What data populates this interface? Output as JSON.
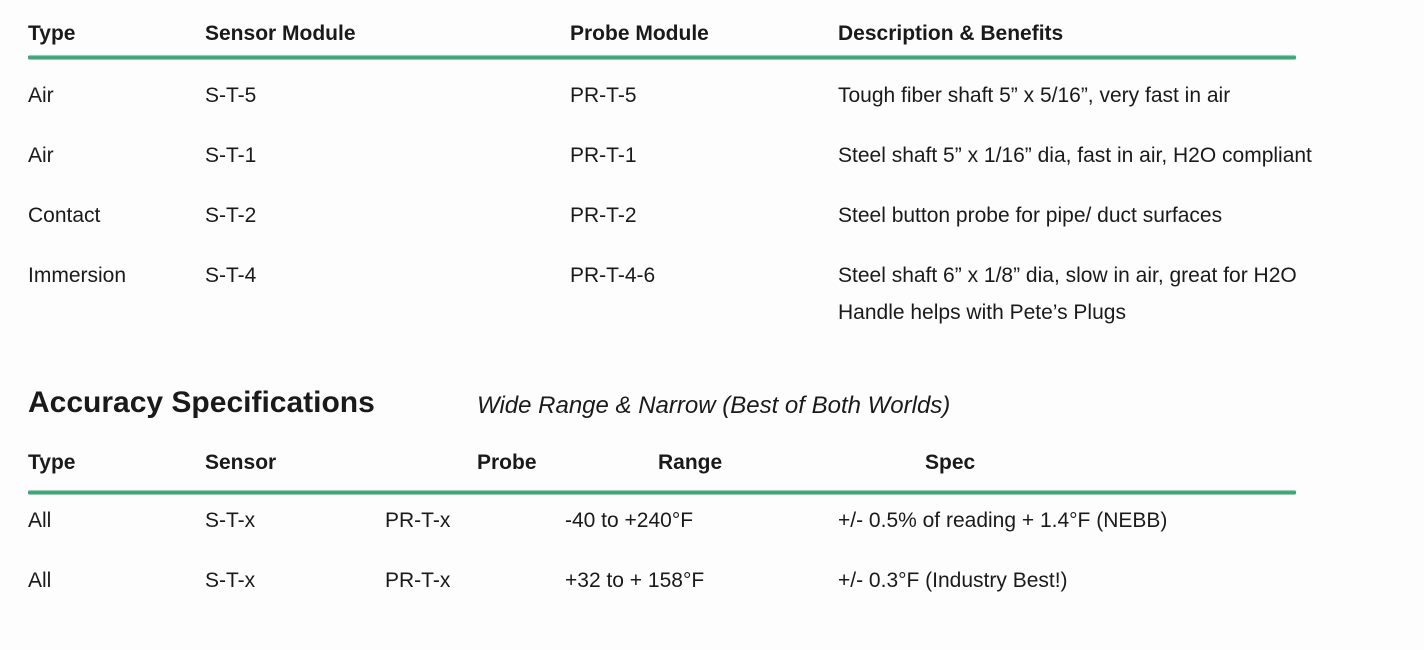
{
  "page": {
    "background_color": "#fdfdfd",
    "text_color": "#1a1a1a",
    "accent_green": "#3ea377"
  },
  "table1": {
    "headers": [
      "Type",
      "Sensor Module",
      "Probe Module",
      "Description & Benefits"
    ],
    "rows": [
      {
        "type": "Air",
        "sensor": "S-T-5",
        "probe": "PR-T-5",
        "description": "Tough fiber shaft 5” x 5/16”, very fast in air"
      },
      {
        "type": "Air",
        "sensor": "S-T-1",
        "probe": "PR-T-1",
        "description": "Steel shaft 5” x 1/16” dia, fast in air, H2O compliant"
      },
      {
        "type": "Contact",
        "sensor": "S-T-2",
        "probe": "PR-T-2",
        "description": "Steel button probe for pipe/ duct surfaces"
      },
      {
        "type": "Immersion",
        "sensor": "S-T-4",
        "probe": "PR-T-4-6",
        "description": "Steel shaft 6” x 1/8” dia, slow in air, great for H2O",
        "description_line2": "Handle helps with Pete’s Plugs"
      }
    ]
  },
  "section": {
    "title": "Accuracy Specifications",
    "subtitle": "Wide Range & Narrow (Best of Both Worlds)"
  },
  "table2": {
    "headers": [
      "Type",
      "Sensor",
      "Probe",
      "Range",
      "Spec"
    ],
    "rows": [
      {
        "type": "All",
        "sensor": "S-T-x",
        "probe": "PR-T-x",
        "range": "-40 to +240°F",
        "spec": "+/- 0.5% of reading + 1.4°F (NEBB)"
      },
      {
        "type": "All",
        "sensor": "S-T-x",
        "probe": "PR-T-x",
        "range": "+32 to + 158°F",
        "spec": "+/- 0.3°F (Industry Best!)"
      }
    ]
  }
}
